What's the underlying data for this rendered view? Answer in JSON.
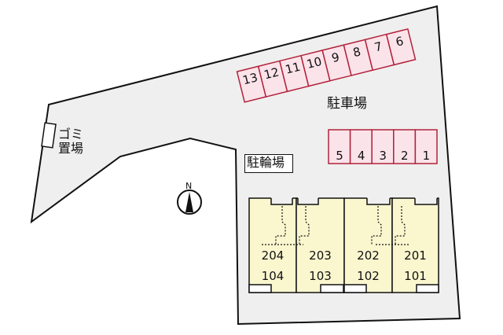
{
  "labels": {
    "parking": "駐車場",
    "bicycle_parking": "駐輪場",
    "garbage_line1": "ゴミ",
    "garbage_line2": "置場",
    "north": "N"
  },
  "parking_top_row": [
    "13",
    "12",
    "11",
    "10",
    "9",
    "8",
    "7",
    "6"
  ],
  "parking_bottom_row": [
    "5",
    "4",
    "3",
    "2",
    "1"
  ],
  "units": [
    {
      "upper": "204",
      "lower": "104"
    },
    {
      "upper": "203",
      "lower": "103"
    },
    {
      "upper": "202",
      "lower": "102"
    },
    {
      "upper": "201",
      "lower": "101"
    }
  ],
  "colors": {
    "lot": "#efefef",
    "parking_fill": "#fbe3ea",
    "parking_stroke": "#b0233a",
    "unit_fill": "#faf7cf"
  }
}
